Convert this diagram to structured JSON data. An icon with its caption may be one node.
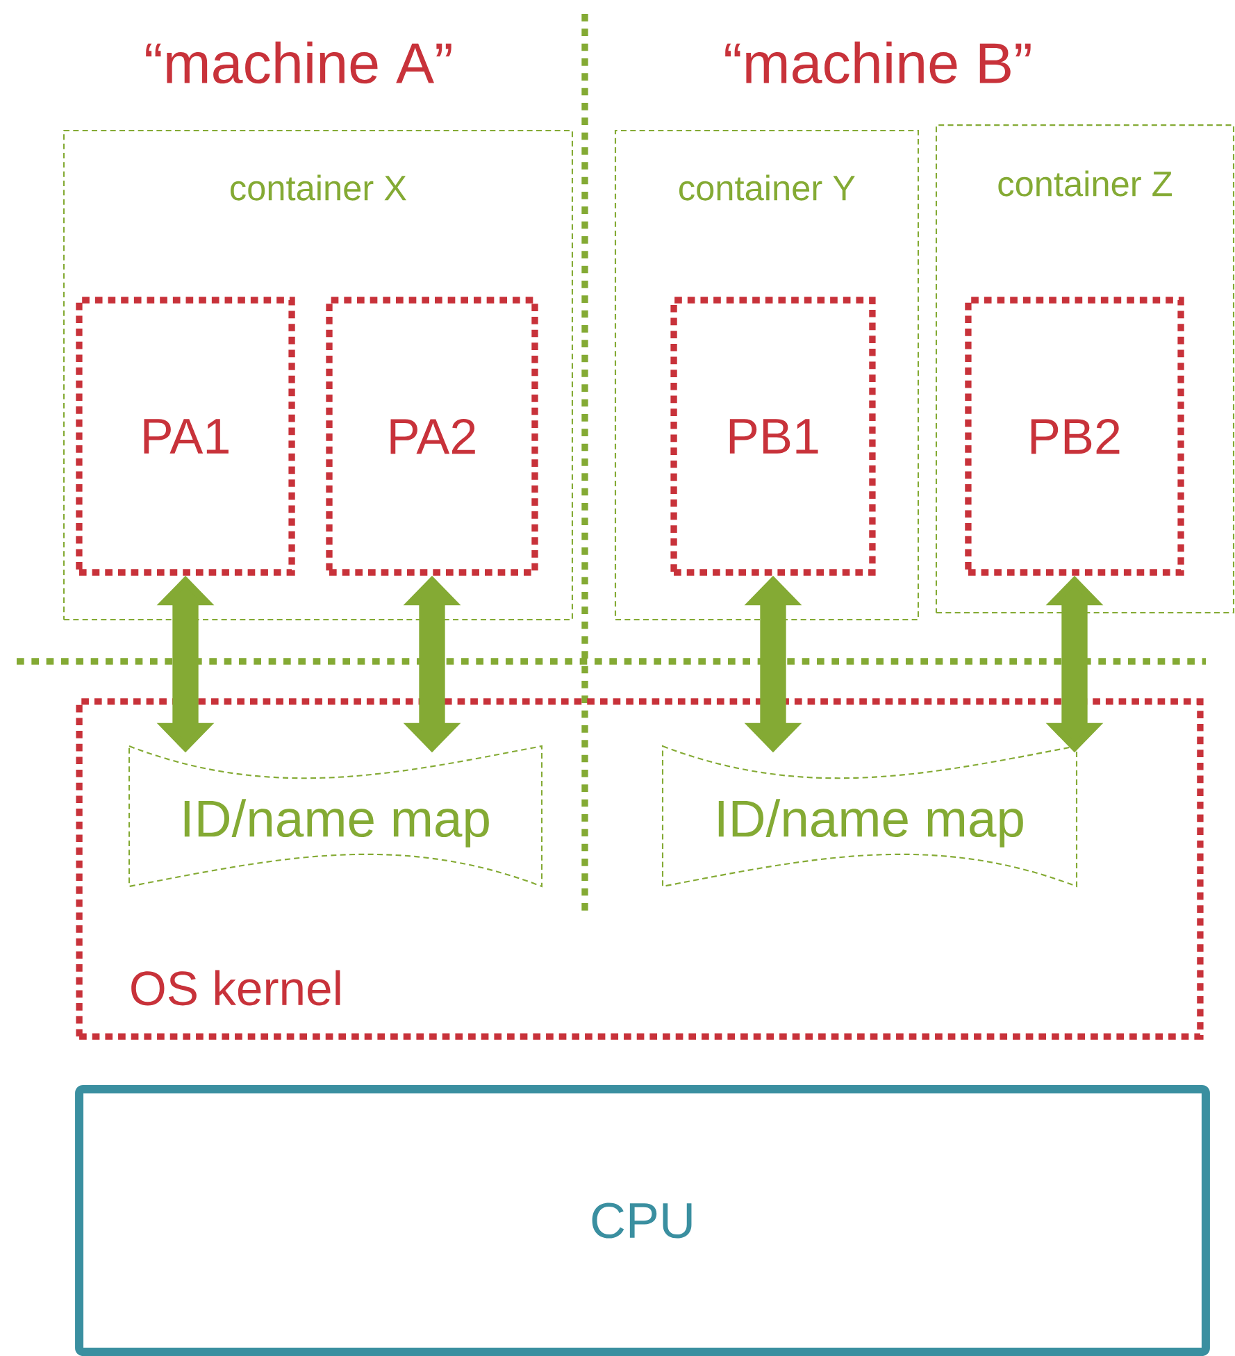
{
  "diagram": {
    "nodes": [
      {
        "text": [
          "container X"
        ]
      },
      {
        "text": [
          "PA1"
        ],
        "in": 0
      },
      {
        "text": [
          "PA2"
        ],
        "in": 0
      },
      {
        "text": [
          "container Y"
        ]
      },
      {
        "text": [
          "PB1"
        ],
        "in": 3
      },
      {
        "text": [
          "container Z"
        ]
      },
      {
        "text": [
          "PB2"
        ],
        "in": 5
      },
      {
        "text": [
          "OS kernel"
        ]
      },
      {
        "text": [
          "ID/name map"
        ],
        "in": 7
      },
      {
        "text": [
          "ID/name map"
        ],
        "in": 7
      },
      {
        "text": [
          "CPU"
        ]
      }
    ],
    "edges": [
      {
        "from": 1,
        "to": 8,
        "arrow": "both"
      },
      {
        "from": 2,
        "to": 8,
        "arrow": "both"
      },
      {
        "from": 4,
        "to": 9,
        "arrow": "both"
      },
      {
        "from": 6,
        "to": 9,
        "arrow": "both"
      }
    ],
    "labels": [
      "“machine A”",
      "“machine B”"
    ]
  }
}
